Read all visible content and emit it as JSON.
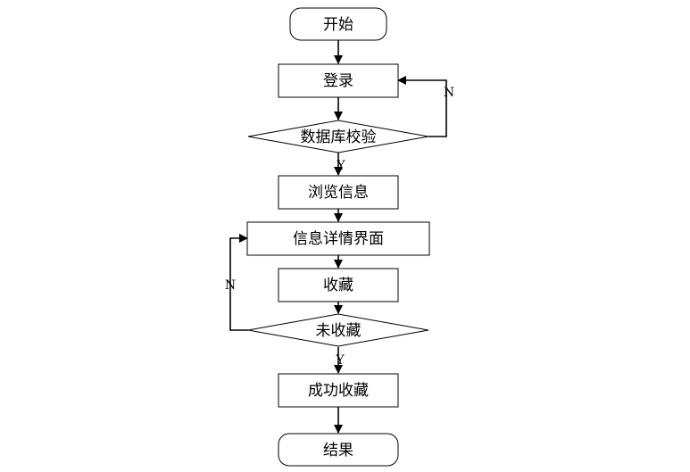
{
  "flowchart": {
    "nodes": {
      "start": "开始",
      "login": "登录",
      "db_check": "数据库校验",
      "browse": "浏览信息",
      "detail": "信息详情界面",
      "favorite": "收藏",
      "not_favorited": "未收藏",
      "success": "成功收藏",
      "end": "结果"
    },
    "edge_labels": {
      "db_check_yes": "Y",
      "db_check_no": "N",
      "not_favorited_yes": "Y",
      "not_favorited_no": "N"
    }
  }
}
